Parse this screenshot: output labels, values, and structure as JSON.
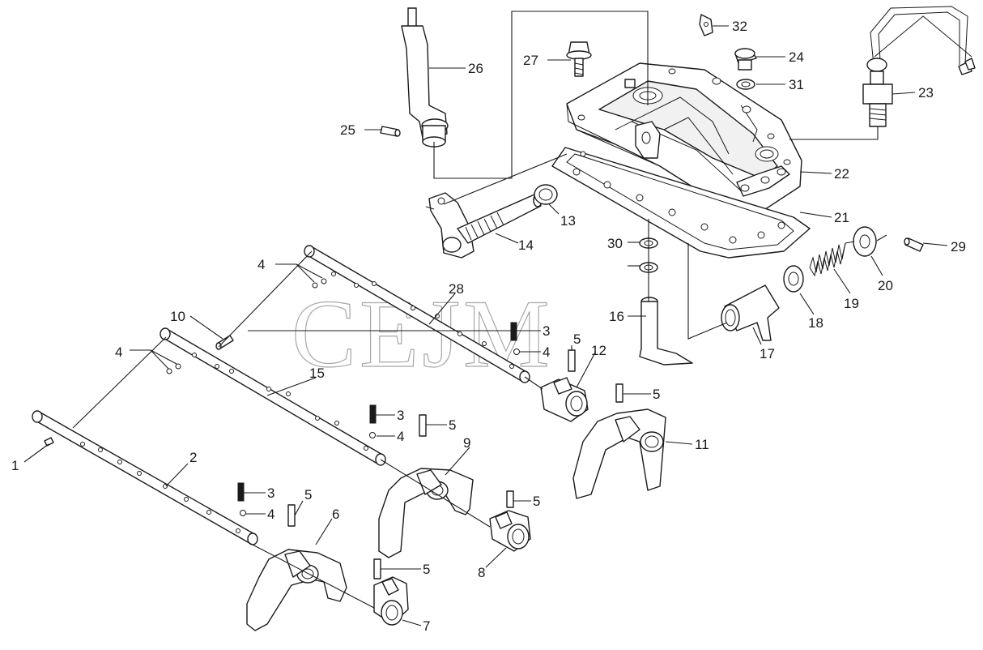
{
  "watermark": "CEJM",
  "callouts": {
    "c1": "1",
    "c2": "2",
    "c3a": "3",
    "c3b": "3",
    "c3c": "3",
    "c4a": "4",
    "c4b": "4",
    "c4c": "4",
    "c4d": "4",
    "c4e": "4",
    "c5a": "5",
    "c5b": "5",
    "c5c": "5",
    "c5d": "5",
    "c5e": "5",
    "c5f": "5",
    "c6": "6",
    "c7": "7",
    "c8": "8",
    "c9": "9",
    "c10": "10",
    "c11": "11",
    "c12": "12",
    "c13": "13",
    "c14": "14",
    "c15": "15",
    "c16": "16",
    "c17": "17",
    "c18": "18",
    "c19": "19",
    "c20": "20",
    "c21": "21",
    "c22": "22",
    "c23": "23",
    "c24": "24",
    "c25": "25",
    "c26": "26",
    "c27": "27",
    "c28": "28",
    "c29": "29",
    "c30": "30",
    "c31": "31",
    "c32": "32"
  }
}
